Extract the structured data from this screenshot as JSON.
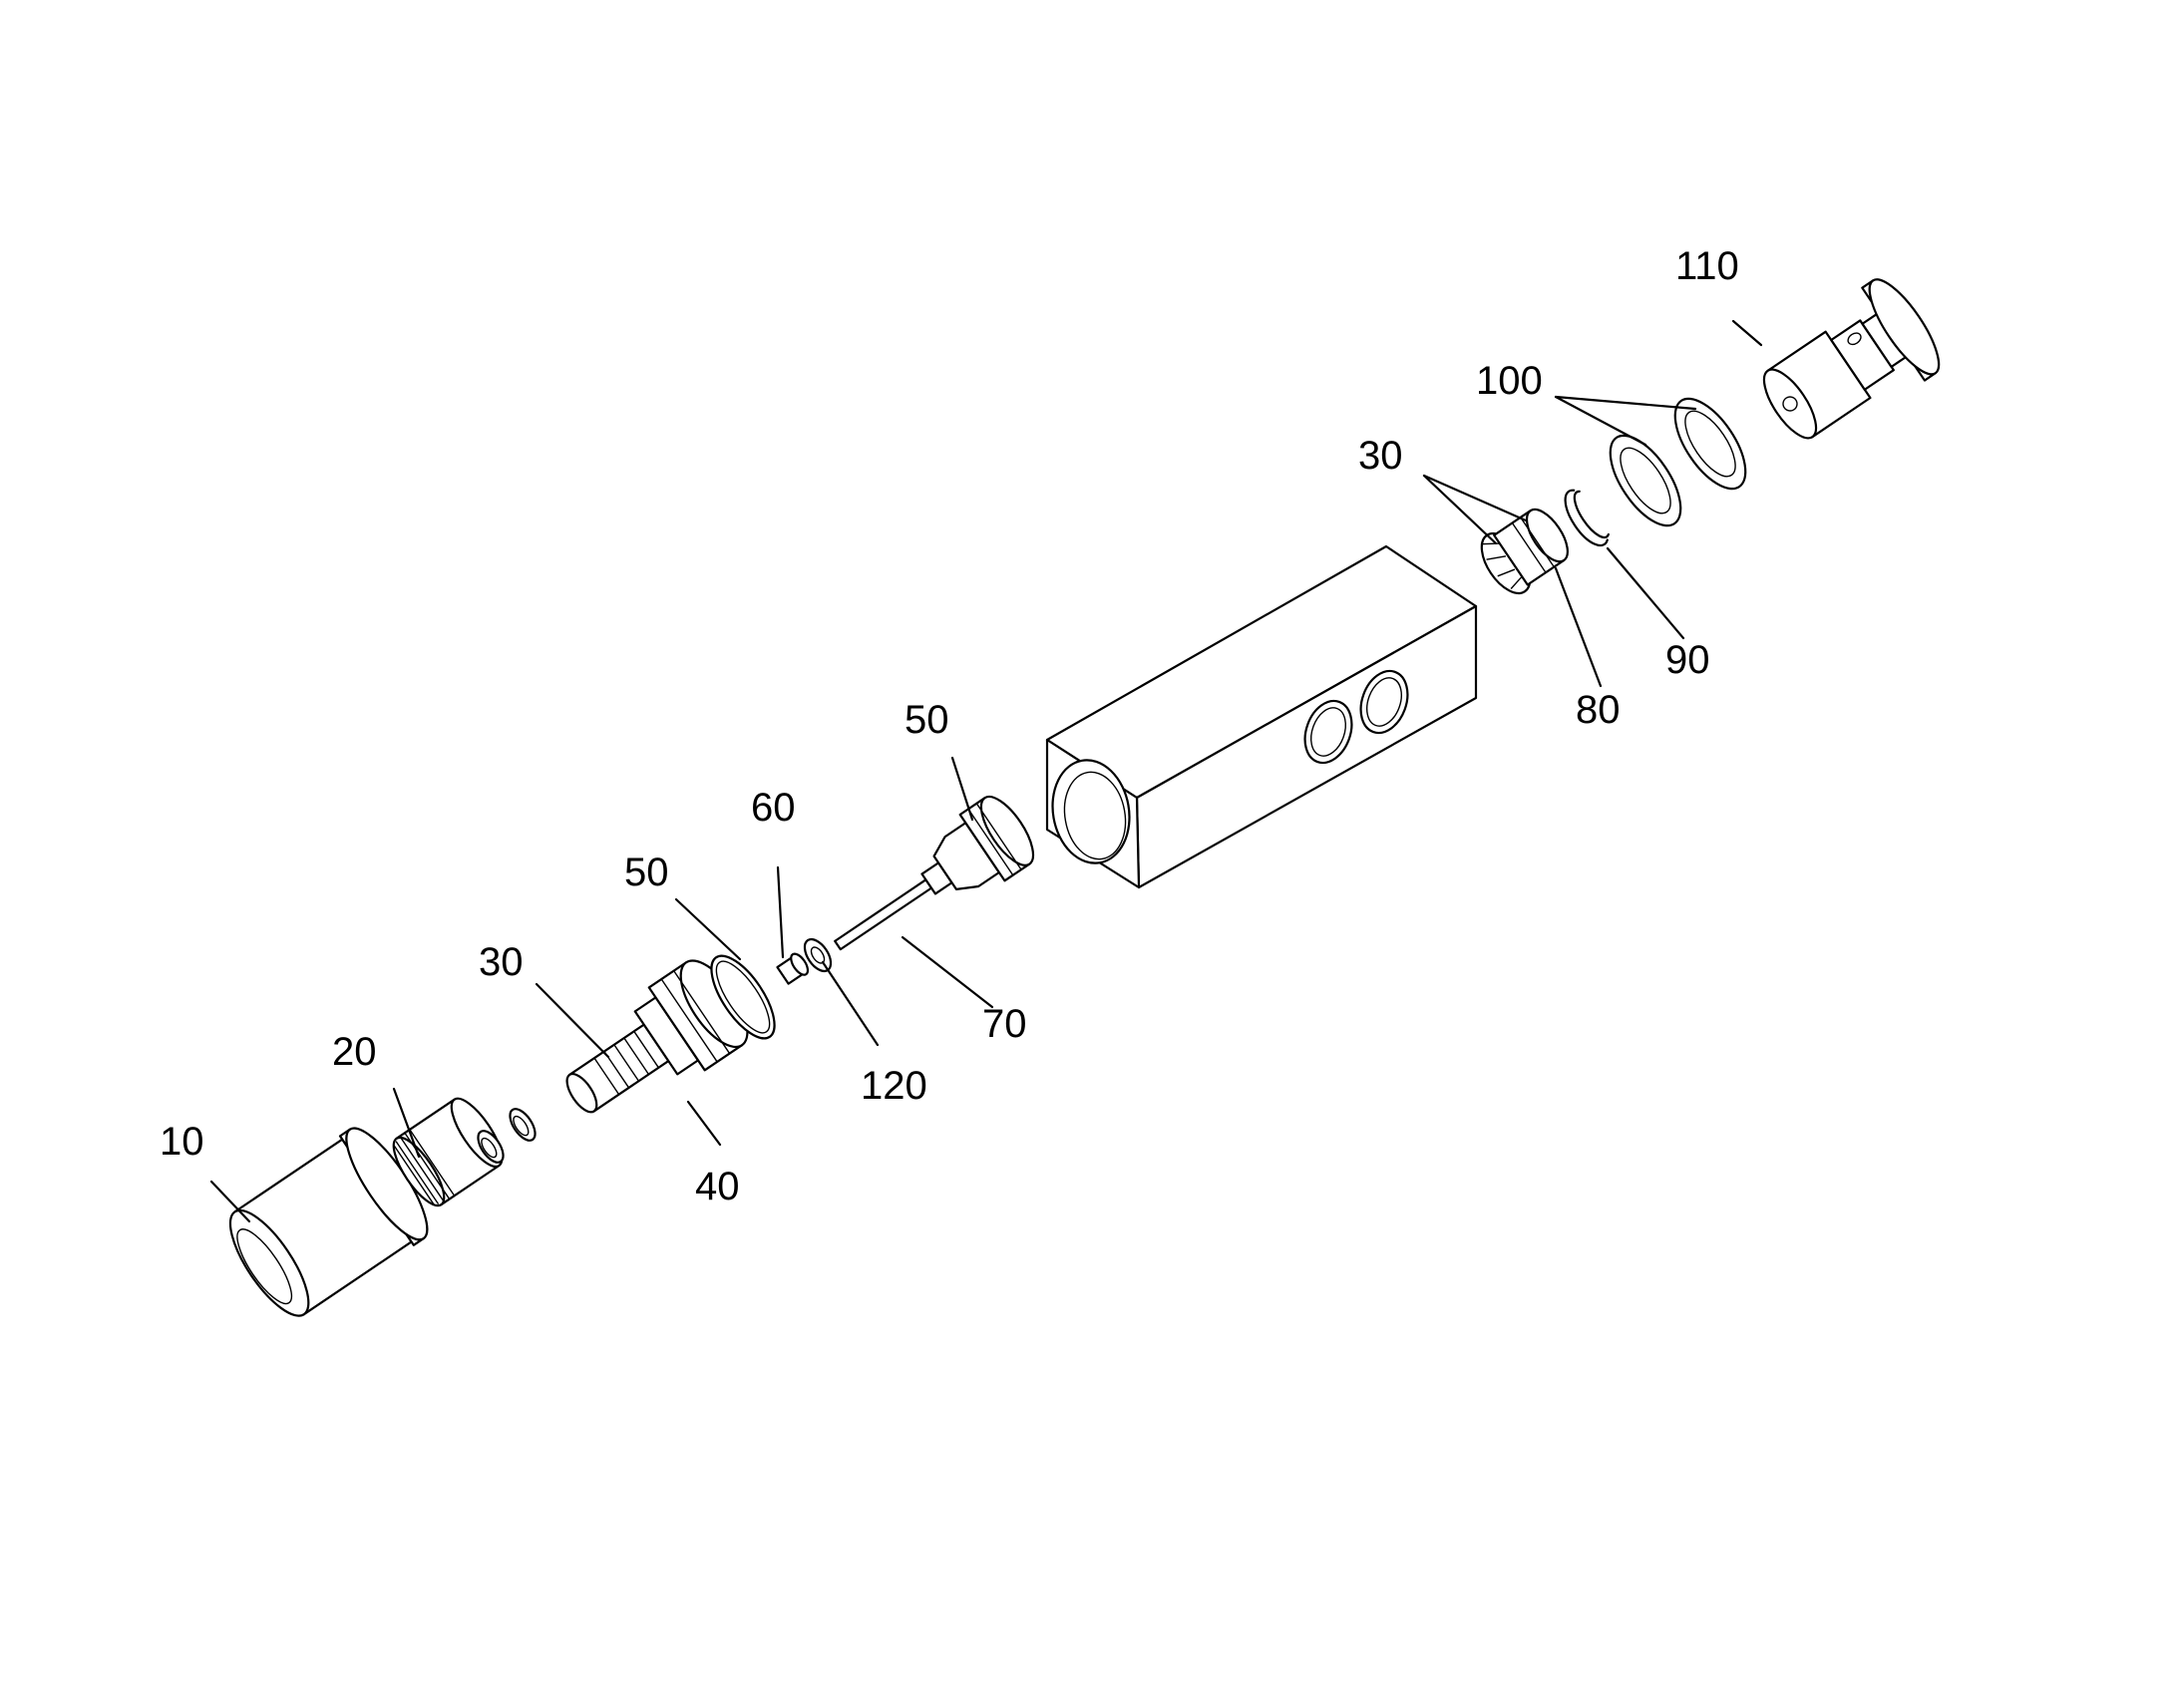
{
  "figure": {
    "labels": {
      "part_10": "10",
      "part_20": "20",
      "part_30_lower": "30",
      "part_40": "40",
      "part_50_lower": "50",
      "part_60": "60",
      "part_120": "120",
      "part_50_upper": "50",
      "part_70": "70",
      "part_30_upper": "30",
      "part_80": "80",
      "part_90": "90",
      "part_100": "100",
      "part_110": "110"
    }
  }
}
